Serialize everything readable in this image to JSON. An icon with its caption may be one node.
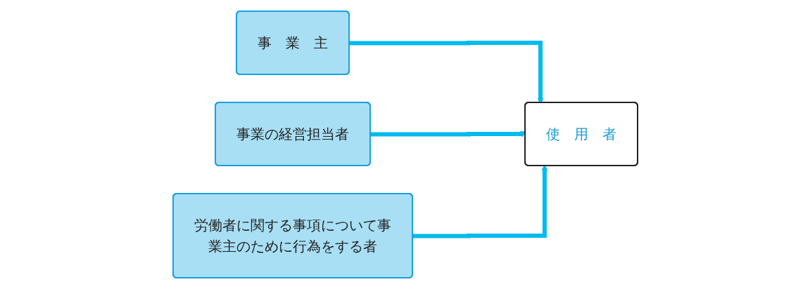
{
  "diagram": {
    "nodes": [
      {
        "text": [
          "事　業　主"
        ]
      },
      {
        "text": [
          "事業の経営担当者"
        ]
      },
      {
        "text": [
          "労働者に関する事項について事業主のために行為をする者"
        ]
      },
      {
        "text": [
          "使　用　者"
        ]
      }
    ],
    "edges": [
      {
        "from": 0,
        "to": 3,
        "arrow": "to"
      },
      {
        "from": 1,
        "to": 3,
        "arrow": "to"
      },
      {
        "from": 2,
        "to": 3,
        "arrow": "to"
      }
    ]
  }
}
